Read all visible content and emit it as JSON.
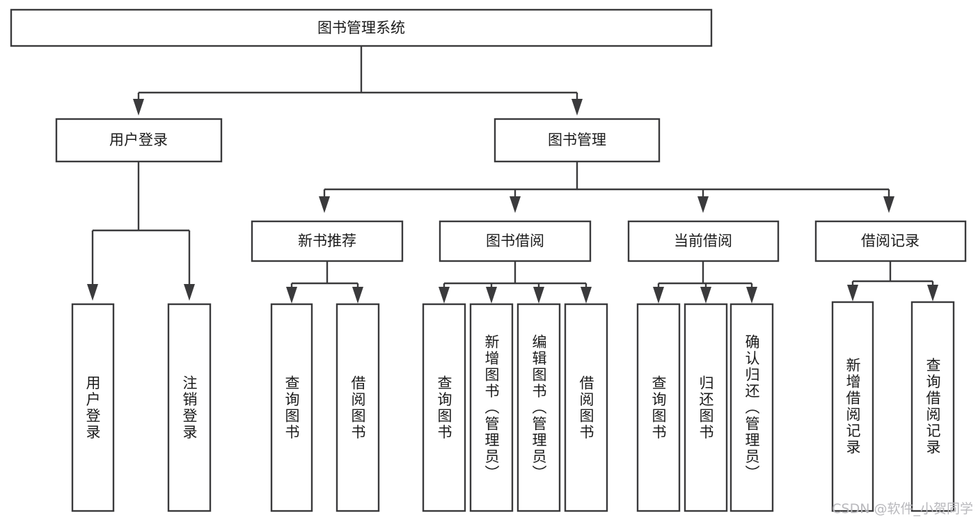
{
  "diagram": {
    "title": "图书管理系统",
    "type": "tree-hierarchy-diagram",
    "colors": {
      "background": "#ffffff",
      "stroke": "#3a3a3c",
      "box_fill": "#ffffff",
      "text": "#1b1b1b",
      "watermark": "#b9b9bd"
    },
    "root": {
      "label": "图书管理系统"
    },
    "level2": [
      {
        "label": "用户登录"
      },
      {
        "label": "图书管理"
      }
    ],
    "level3": [
      {
        "label": "新书推荐"
      },
      {
        "label": "图书借阅"
      },
      {
        "label": "当前借阅"
      },
      {
        "label": "借阅记录"
      }
    ],
    "leaves": {
      "user_login": [
        {
          "label": "用户登录"
        },
        {
          "label": "注销登录"
        }
      ],
      "new_book_recommend": [
        {
          "label": "查询图书"
        },
        {
          "label": "借阅图书"
        }
      ],
      "book_borrow": [
        {
          "label": "查询图书"
        },
        {
          "label": "新增图书（管理员）"
        },
        {
          "label": "编辑图书（管理员）"
        },
        {
          "label": "借阅图书"
        }
      ],
      "current_borrow": [
        {
          "label": "查询图书"
        },
        {
          "label": "归还图书"
        },
        {
          "label": "确认归还（管理员）"
        }
      ],
      "borrow_record": [
        {
          "label": "新增借阅记录"
        },
        {
          "label": "查询借阅记录"
        }
      ]
    },
    "watermark": "CSDN @软件_小贺同学"
  }
}
